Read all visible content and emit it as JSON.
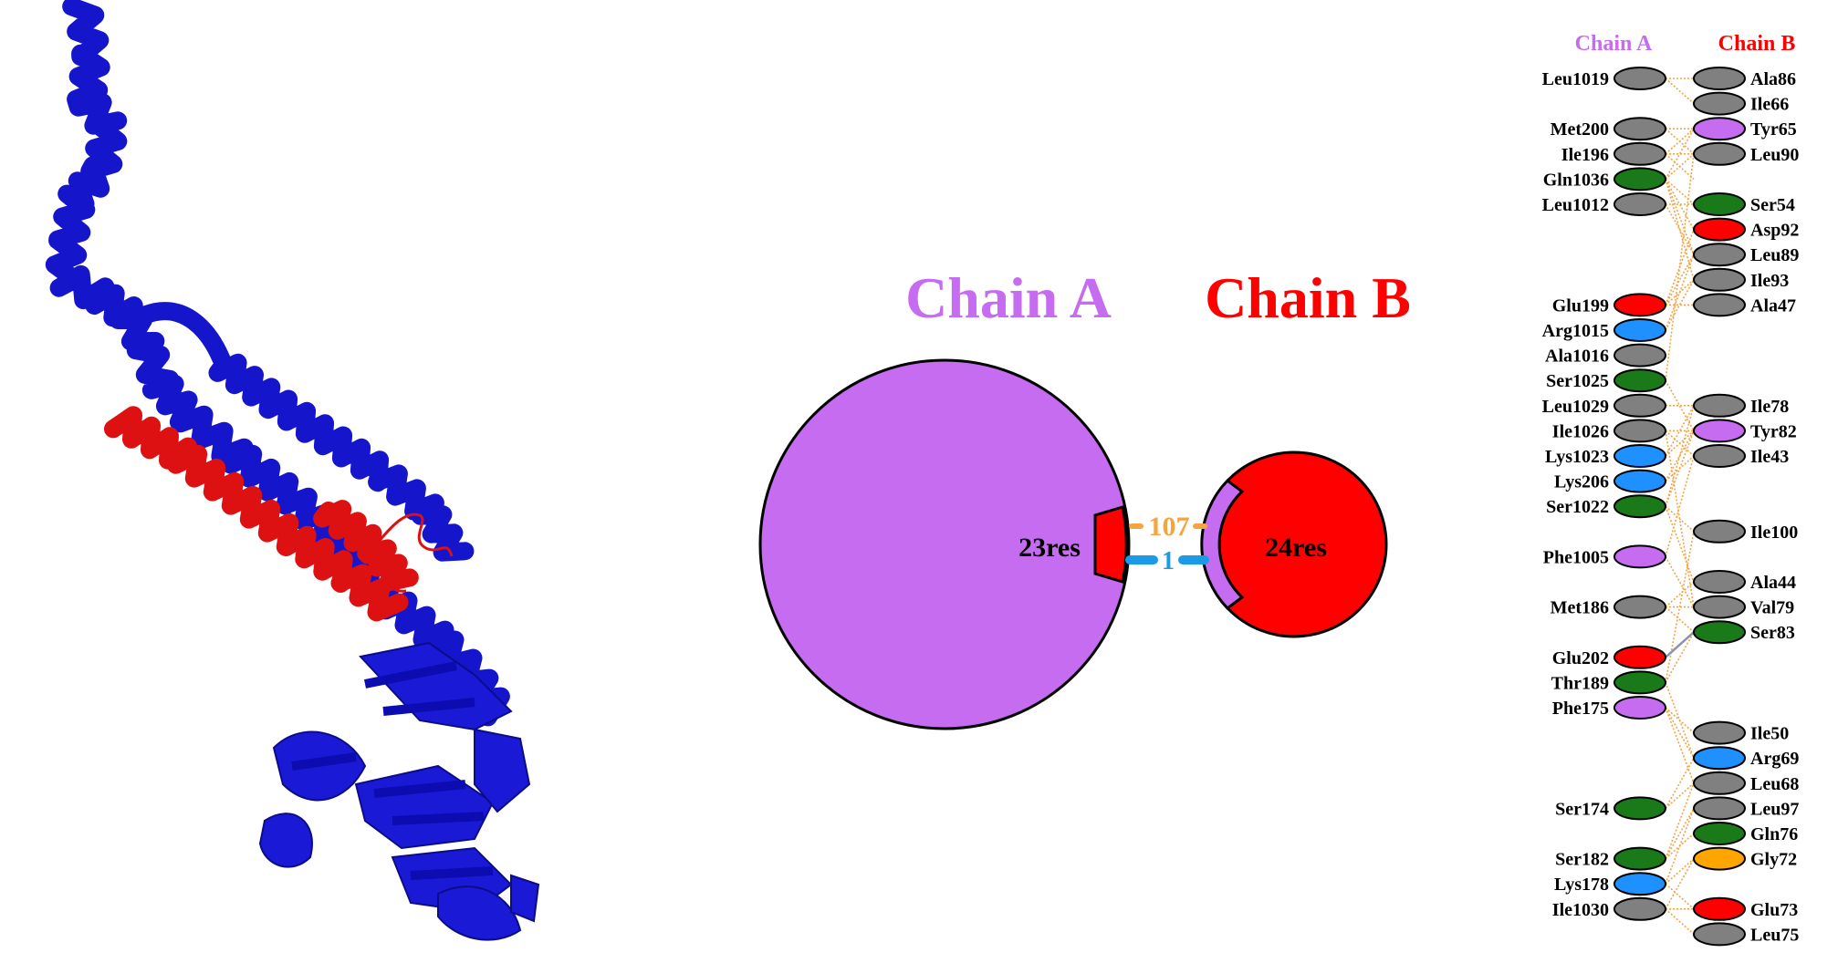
{
  "colors": {
    "chain_a": "#c56cf0",
    "chain_b": "#ff0000",
    "protein_blue": "#1515cc",
    "protein_red": "#dd1111",
    "nonbonded": "#f5a442",
    "hbond": "#1a9be8",
    "saltbridge": "#8a94b0",
    "residue_types": {
      "hydrophobic": "#808080",
      "aromatic": "#c56cf0",
      "polar": "#1a7a1a",
      "positive": "#1e90ff",
      "negative": "#ff0000",
      "glycine": "#ffa500"
    }
  },
  "icons": {
    "protein_view": "protein-cartoon-icon"
  },
  "summary": {
    "chain_a_title": "Chain A",
    "chain_b_title": "Chain B",
    "chain_a_res": "23res",
    "chain_b_res": "24res",
    "nonbonded_count": "107",
    "hbond_count": "1"
  },
  "residue_panel": {
    "chain_a_header": "Chain A",
    "chain_b_header": "Chain B",
    "chain_a": [
      {
        "name": "Leu1019",
        "type": "hydrophobic",
        "slot": 0
      },
      {
        "name": "Met200",
        "type": "hydrophobic",
        "slot": 2
      },
      {
        "name": "Ile196",
        "type": "hydrophobic",
        "slot": 3
      },
      {
        "name": "Gln1036",
        "type": "polar",
        "slot": 4
      },
      {
        "name": "Leu1012",
        "type": "hydrophobic",
        "slot": 5
      },
      {
        "name": "Glu199",
        "type": "negative",
        "slot": 9
      },
      {
        "name": "Arg1015",
        "type": "positive",
        "slot": 10
      },
      {
        "name": "Ala1016",
        "type": "hydrophobic",
        "slot": 11
      },
      {
        "name": "Ser1025",
        "type": "polar",
        "slot": 12
      },
      {
        "name": "Leu1029",
        "type": "hydrophobic",
        "slot": 13
      },
      {
        "name": "Ile1026",
        "type": "hydrophobic",
        "slot": 14
      },
      {
        "name": "Lys1023",
        "type": "positive",
        "slot": 15
      },
      {
        "name": "Lys206",
        "type": "positive",
        "slot": 16
      },
      {
        "name": "Ser1022",
        "type": "polar",
        "slot": 17
      },
      {
        "name": "Phe1005",
        "type": "aromatic",
        "slot": 19
      },
      {
        "name": "Met186",
        "type": "hydrophobic",
        "slot": 21
      },
      {
        "name": "Glu202",
        "type": "negative",
        "slot": 23
      },
      {
        "name": "Thr189",
        "type": "polar",
        "slot": 24
      },
      {
        "name": "Phe175",
        "type": "aromatic",
        "slot": 25
      },
      {
        "name": "Ser174",
        "type": "polar",
        "slot": 29
      },
      {
        "name": "Ser182",
        "type": "polar",
        "slot": 31
      },
      {
        "name": "Lys178",
        "type": "positive",
        "slot": 32
      },
      {
        "name": "Ile1030",
        "type": "hydrophobic",
        "slot": 33
      }
    ],
    "chain_b": [
      {
        "name": "Ala86",
        "type": "hydrophobic",
        "slot": 0
      },
      {
        "name": "Ile66",
        "type": "hydrophobic",
        "slot": 1
      },
      {
        "name": "Tyr65",
        "type": "aromatic",
        "slot": 2
      },
      {
        "name": "Leu90",
        "type": "hydrophobic",
        "slot": 3
      },
      {
        "name": "Ser54",
        "type": "polar",
        "slot": 5
      },
      {
        "name": "Asp92",
        "type": "negative",
        "slot": 6
      },
      {
        "name": "Leu89",
        "type": "hydrophobic",
        "slot": 7
      },
      {
        "name": "Ile93",
        "type": "hydrophobic",
        "slot": 8
      },
      {
        "name": "Ala47",
        "type": "hydrophobic",
        "slot": 9
      },
      {
        "name": "Ile78",
        "type": "hydrophobic",
        "slot": 13
      },
      {
        "name": "Tyr82",
        "type": "aromatic",
        "slot": 14
      },
      {
        "name": "Ile43",
        "type": "hydrophobic",
        "slot": 15
      },
      {
        "name": "Ile100",
        "type": "hydrophobic",
        "slot": 18
      },
      {
        "name": "Ala44",
        "type": "hydrophobic",
        "slot": 20
      },
      {
        "name": "Val79",
        "type": "hydrophobic",
        "slot": 21
      },
      {
        "name": "Ser83",
        "type": "polar",
        "slot": 22
      },
      {
        "name": "Ile50",
        "type": "hydrophobic",
        "slot": 26
      },
      {
        "name": "Arg69",
        "type": "positive",
        "slot": 27
      },
      {
        "name": "Leu68",
        "type": "hydrophobic",
        "slot": 28
      },
      {
        "name": "Leu97",
        "type": "hydrophobic",
        "slot": 29
      },
      {
        "name": "Gln76",
        "type": "polar",
        "slot": 30
      },
      {
        "name": "Gly72",
        "type": "glycine",
        "slot": 31
      },
      {
        "name": "Glu73",
        "type": "negative",
        "slot": 33
      },
      {
        "name": "Leu75",
        "type": "hydrophobic",
        "slot": 34
      }
    ],
    "contacts": [
      [
        0,
        0
      ],
      [
        0,
        1
      ],
      [
        2,
        2
      ],
      [
        2,
        3
      ],
      [
        3,
        2
      ],
      [
        3,
        3
      ],
      [
        3,
        4
      ],
      [
        4,
        2
      ],
      [
        4,
        3
      ],
      [
        4,
        5
      ],
      [
        4,
        6
      ],
      [
        4,
        7
      ],
      [
        4,
        8
      ],
      [
        5,
        5
      ],
      [
        5,
        7
      ],
      [
        9,
        6
      ],
      [
        9,
        7
      ],
      [
        9,
        8
      ],
      [
        9,
        9
      ],
      [
        10,
        7
      ],
      [
        10,
        8
      ],
      [
        12,
        3
      ],
      [
        13,
        13
      ],
      [
        14,
        14
      ],
      [
        14,
        15
      ],
      [
        15,
        13
      ],
      [
        15,
        14
      ],
      [
        16,
        14
      ],
      [
        16,
        15
      ],
      [
        17,
        14
      ],
      [
        17,
        18
      ],
      [
        17,
        20
      ],
      [
        19,
        15
      ],
      [
        21,
        20
      ],
      [
        21,
        21
      ],
      [
        21,
        22
      ],
      [
        24,
        18
      ],
      [
        24,
        22
      ],
      [
        25,
        26
      ],
      [
        25,
        27
      ],
      [
        25,
        28
      ],
      [
        29,
        27
      ],
      [
        29,
        28
      ],
      [
        31,
        28
      ],
      [
        31,
        29
      ],
      [
        31,
        30
      ],
      [
        32,
        29
      ],
      [
        32,
        31
      ],
      [
        33,
        33
      ],
      [
        33,
        31
      ],
      [
        32,
        33
      ],
      [
        33,
        34
      ],
      [
        24,
        27
      ],
      [
        19,
        21
      ],
      [
        14,
        21
      ],
      [
        17,
        13
      ],
      [
        12,
        14
      ]
    ],
    "hbonds": [
      [
        23,
        22
      ]
    ]
  }
}
